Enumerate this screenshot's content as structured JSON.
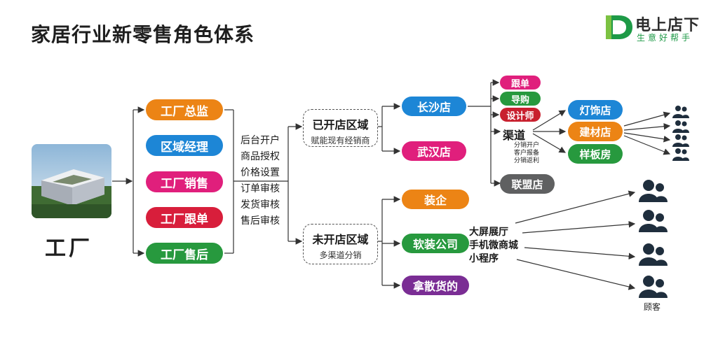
{
  "title": "家居行业新零售角色体系",
  "logo": {
    "name": "电上店下",
    "tagline": "生意好帮手",
    "mark": "D"
  },
  "factory": {
    "label": "工厂"
  },
  "roles": [
    "工厂总监",
    "区域经理",
    "工厂销售",
    "工厂跟单",
    "工厂售后"
  ],
  "operations": [
    "后台开户",
    "商品授权",
    "价格设置",
    "订单审核",
    "发货审核",
    "售后审核"
  ],
  "opened_region": {
    "title": "已开店区域",
    "subtitle": "赋能现有经销商"
  },
  "unopened_region": {
    "title": "未开店区域",
    "subtitle": "多渠道分销"
  },
  "stores": [
    "长沙店",
    "武汉店"
  ],
  "store_functions": [
    "跟单",
    "导购",
    "设计师"
  ],
  "channel": {
    "label": "渠道",
    "sub": [
      "分销开户",
      "客户报备",
      "分销返利"
    ]
  },
  "channel_partners": [
    "灯饰店",
    "建材店",
    "样板房"
  ],
  "alliance_store": "联盟店",
  "new_channels": [
    "装企",
    "软装公司",
    "拿散货的"
  ],
  "online_channels": [
    "大屏展厅",
    "手机微商城",
    "小程序"
  ],
  "customer_label": "顾客",
  "colors": {
    "orange": "#ec8415",
    "blue": "#1d86d6",
    "pink": "#e01f7c",
    "red": "#d81e3b",
    "green": "#27993e",
    "purple": "#7a2d94",
    "crimson": "#c8202e",
    "gray": "#5f6061",
    "person": "#1f2e3d",
    "logo_green": "#1e9a47"
  }
}
